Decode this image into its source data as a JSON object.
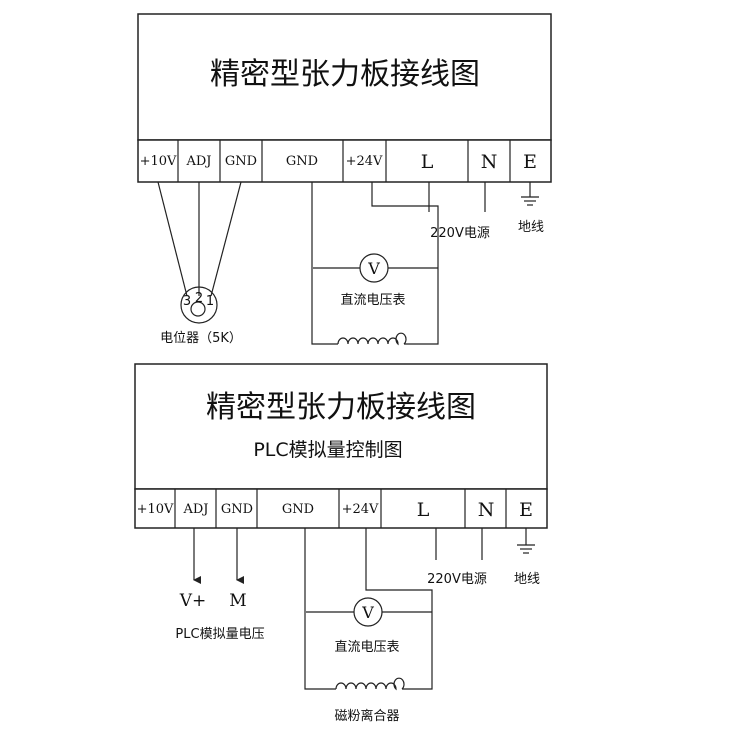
{
  "diagram1": {
    "title": "精密型张力板接线图",
    "terminals": [
      "+10V",
      "ADJ",
      "GND",
      "GND",
      "+24V",
      "L",
      "N",
      "E"
    ],
    "power_label": "220V电源",
    "ground_label": "地线",
    "voltmeter_symbol": "V",
    "voltmeter_label": "直流电压表",
    "potentiometer_pins": [
      "3",
      "2",
      "1"
    ],
    "potentiometer_label": "电位器（5K）"
  },
  "diagram2": {
    "title": "精密型张力板接线图",
    "subtitle": "PLC模拟量控制图",
    "terminals": [
      "+10V",
      "ADJ",
      "GND",
      "GND",
      "+24V",
      "L",
      "N",
      "E"
    ],
    "power_label": "220V电源",
    "ground_label": "地线",
    "plc_vplus": "V+",
    "plc_m": "M",
    "plc_label": "PLC模拟量电压",
    "voltmeter_symbol": "V",
    "voltmeter_label": "直流电压表",
    "clutch_label": "磁粉离合器"
  }
}
